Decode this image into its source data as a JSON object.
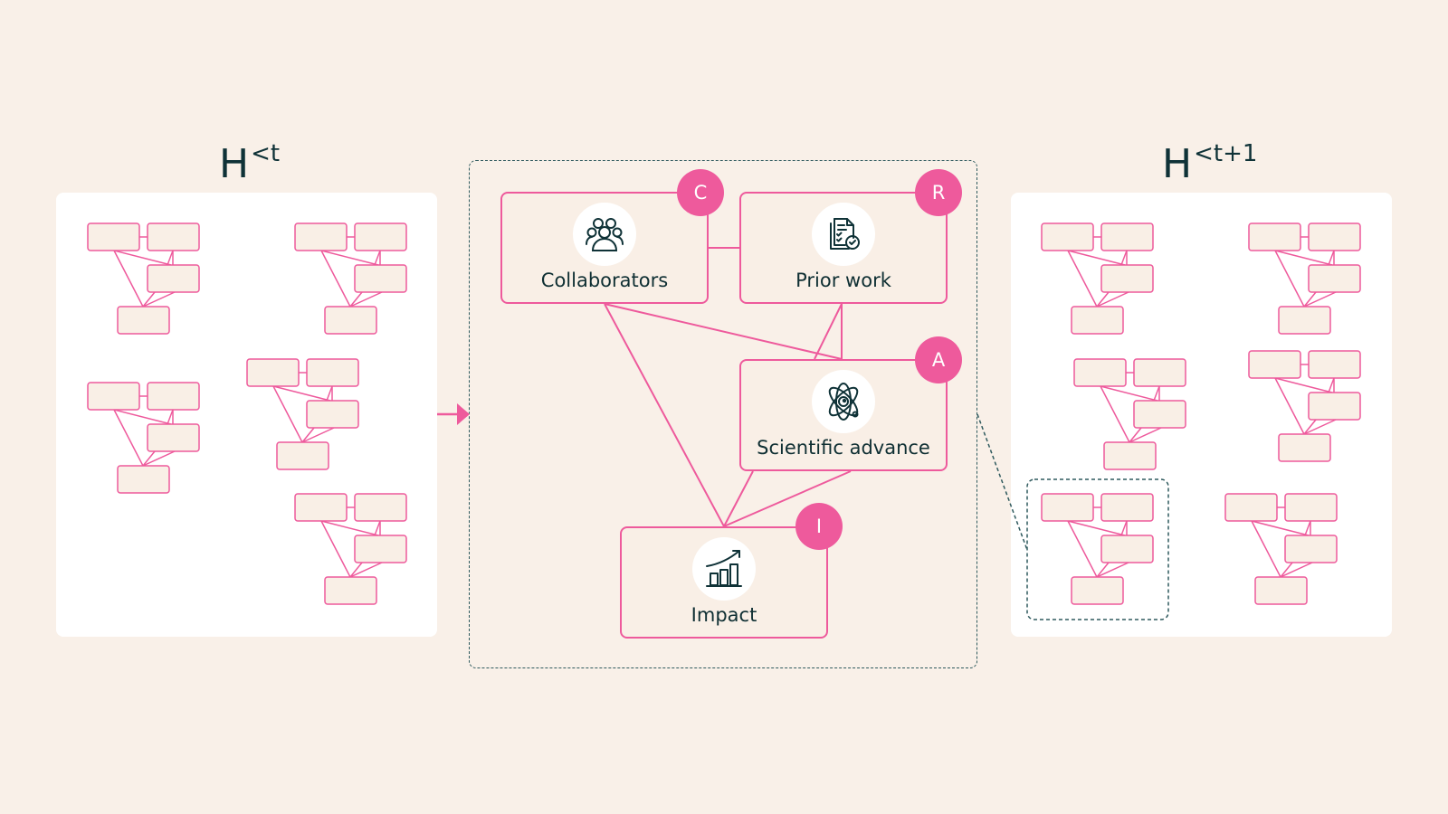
{
  "colors": {
    "background": "#f9f0e8",
    "panel": "#ffffff",
    "accent_pink": "#ee5a9c",
    "node_fill": "#f9efe6",
    "dark_teal": "#0f3237",
    "dashed_frame": "#2f5a5e"
  },
  "left_panel": {
    "heading_base": "H",
    "heading_superscript": "<t",
    "mini_graph_count": 5
  },
  "right_panel": {
    "heading_base": "H",
    "heading_superscript": "<t+1",
    "mini_graph_count": 6,
    "highlighted_graph": "bottom-left"
  },
  "center_graph": {
    "nodes": [
      {
        "id": "collaborators",
        "label": "Collaborators",
        "badge": "C",
        "icon": "people-group-icon"
      },
      {
        "id": "prior-work",
        "label": "Prior work",
        "badge": "R",
        "icon": "documents-checkmark-icon"
      },
      {
        "id": "scientific-advance",
        "label": "Scientific advance",
        "badge": "A",
        "icon": "atom-icon"
      },
      {
        "id": "impact",
        "label": "Impact",
        "badge": "I",
        "icon": "bar-chart-growth-icon"
      }
    ],
    "edges": [
      [
        "collaborators",
        "prior-work"
      ],
      [
        "collaborators",
        "scientific-advance"
      ],
      [
        "collaborators",
        "impact"
      ],
      [
        "prior-work",
        "scientific-advance"
      ],
      [
        "scientific-advance",
        "impact"
      ]
    ]
  },
  "connector": {
    "arrow": "arrow-right-icon"
  }
}
